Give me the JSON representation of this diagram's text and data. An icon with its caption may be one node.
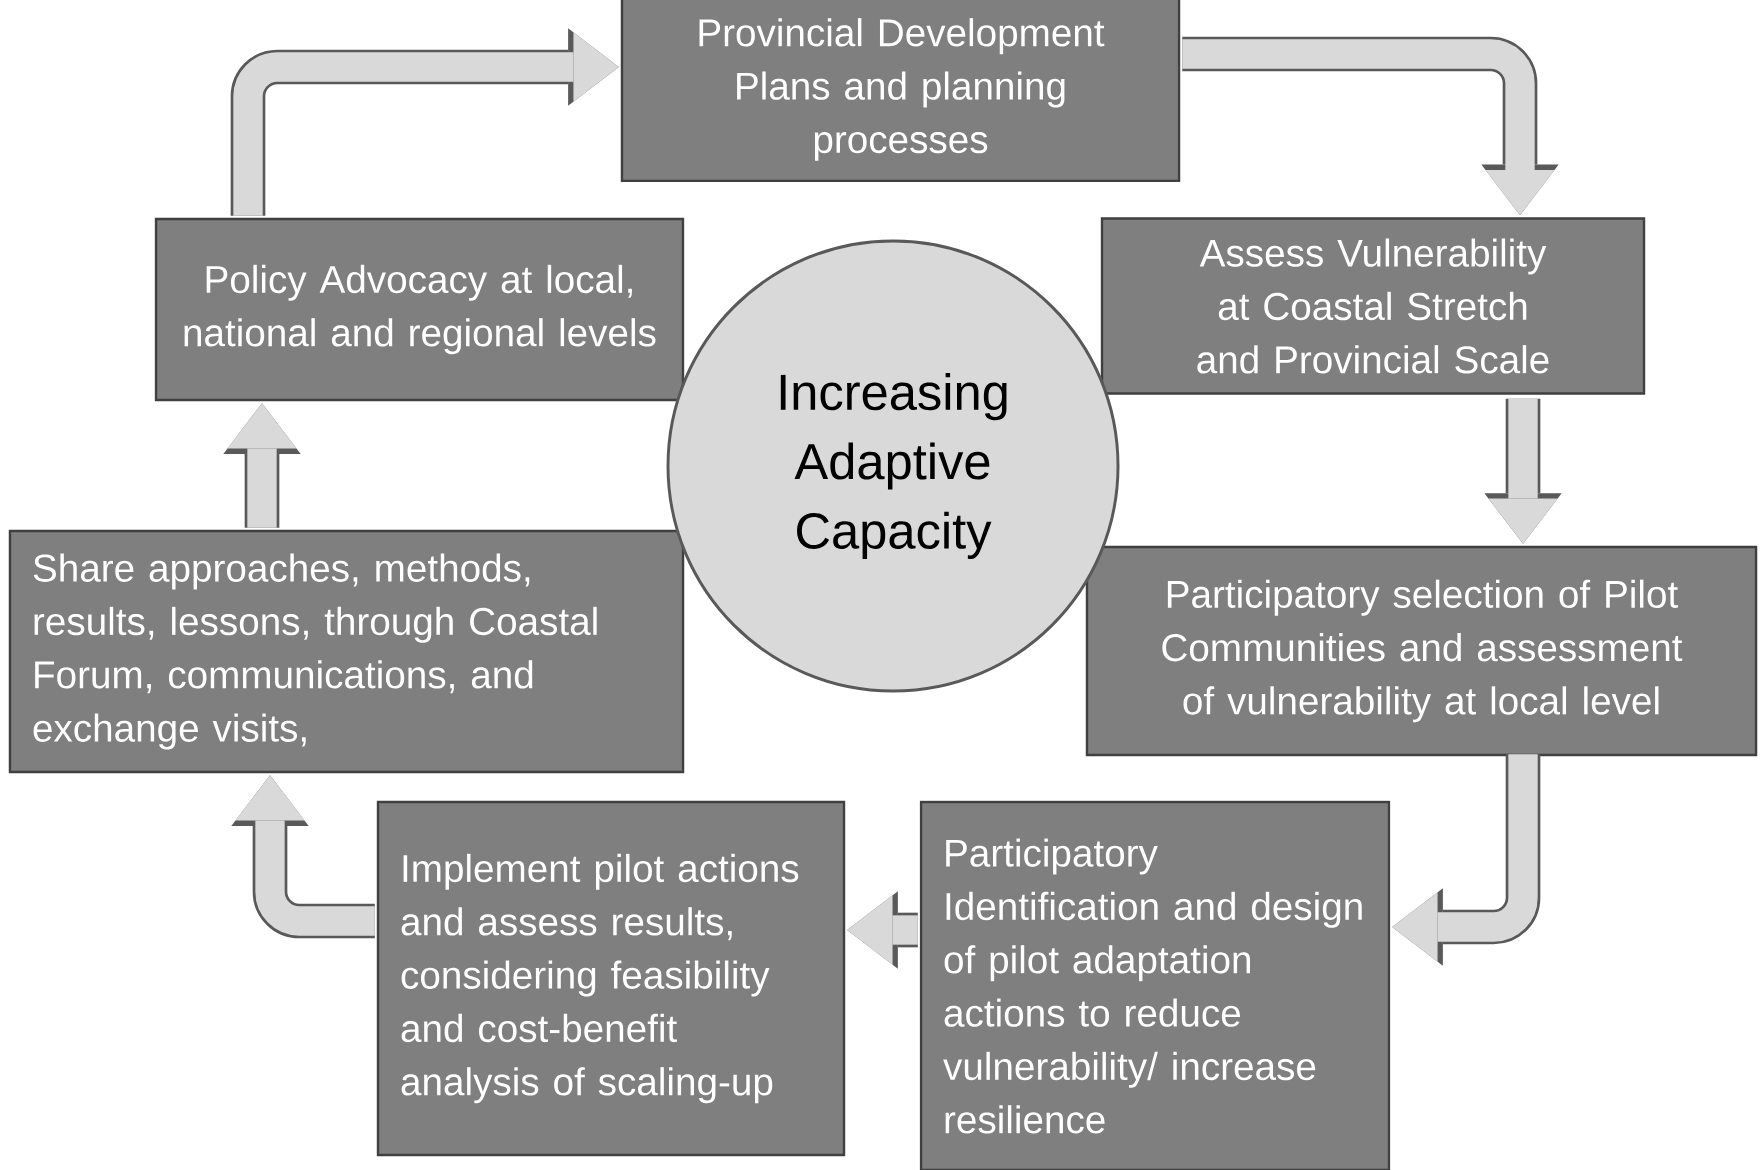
{
  "diagram": {
    "nodes": [
      {
        "text": [
          "Provincial Development Plans and planning processes"
        ]
      },
      {
        "text": [
          "Assess Vulnerability at Coastal Stretch and Provincial Scale"
        ]
      },
      {
        "text": [
          "Participatory selection of  Pilot Communities and assessment of  vulnerability at local level"
        ]
      },
      {
        "text": [
          "Participatory Identification and design of pilot adaptation actions to reduce vulnerability/ increase resilience"
        ]
      },
      {
        "text": [
          "Implement pilot actions and assess results, considering feasibility  and cost-benefit  analysis of scaling-up"
        ]
      },
      {
        "text": [
          "Share approaches, methods, results, lessons, through Coastal Forum, communications, and exchange visits,"
        ]
      },
      {
        "text": [
          "Policy Advocacy at local, national and regional levels"
        ]
      },
      {
        "text": [
          "Increasing Adaptive Capacity"
        ]
      }
    ],
    "edges": [
      {
        "from": 0,
        "to": 1,
        "arrow": "to"
      },
      {
        "from": 1,
        "to": 2,
        "arrow": "to"
      },
      {
        "from": 2,
        "to": 3,
        "arrow": "to"
      },
      {
        "from": 3,
        "to": 4,
        "arrow": "to"
      },
      {
        "from": 4,
        "to": 5,
        "arrow": "to"
      },
      {
        "from": 5,
        "to": 6,
        "arrow": "to"
      },
      {
        "from": 6,
        "to": 0,
        "arrow": "to"
      }
    ]
  }
}
